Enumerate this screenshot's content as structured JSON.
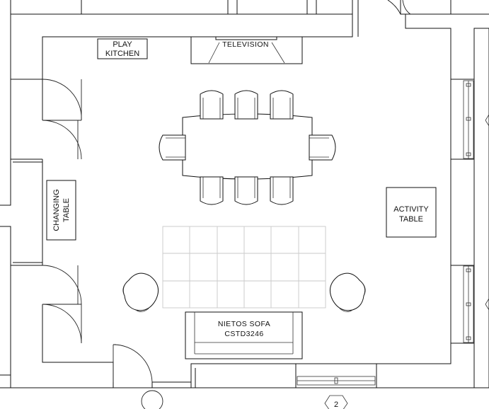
{
  "labels": {
    "play_kitchen": [
      "PLAY",
      "KITCHEN"
    ],
    "television": "TELEVISION",
    "changing_table": [
      "CHANGING",
      "TABLE"
    ],
    "activity_table": [
      "ACTIVITY",
      "TABLE"
    ],
    "sofa": [
      "NIETOS SOFA",
      "CSTD3246"
    ],
    "section_marker": "2"
  },
  "colors": {
    "line": "#111111",
    "rug_grid": "#c9c9c9",
    "background": "#ffffff"
  }
}
